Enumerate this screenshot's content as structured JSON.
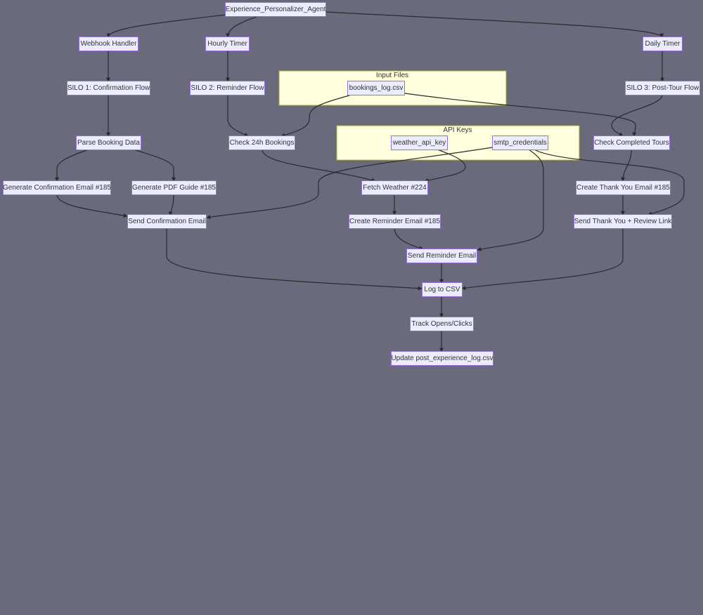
{
  "diagram": {
    "clusters": {
      "input_files": "Input Files",
      "api_keys": "API Keys"
    },
    "nodes": {
      "agent": "Experience_Personalizer_Agent",
      "webhook": "Webhook Handler",
      "hourly": "Hourly Timer",
      "daily": "Daily Timer",
      "silo1": "SILO 1: Confirmation Flow",
      "silo2": "SILO 2: Reminder Flow",
      "silo3": "SILO 3: Post-Tour Flow",
      "bookings_log": "bookings_log.csv",
      "weather_key": "weather_api_key",
      "smtp": "smtp_credentials",
      "parse": "Parse Booking Data",
      "check24": "Check 24h Bookings",
      "check_completed": "Check Completed Tours",
      "gen_confirm": "Generate Confirmation Email #185",
      "gen_pdf": "Generate PDF Guide #185",
      "fetch_weather": "Fetch Weather #224",
      "create_thanks": "Create Thank You Email #185",
      "send_confirm": "Send Confirmation Email",
      "create_reminder": "Create Reminder Email #185",
      "send_thanks": "Send Thank You + Review Link",
      "send_reminder": "Send Reminder Email",
      "log_csv": "Log to CSV",
      "track": "Track Opens/Clicks",
      "update_log": "Update post_experience_log.csv"
    }
  },
  "colors": {
    "background": "#696a7b",
    "node_fill": "#ececff",
    "node_border": "#9370db",
    "cluster_fill": "#ffffde",
    "cluster_border": "#aaaa33",
    "edge": "#2b2b2b"
  }
}
